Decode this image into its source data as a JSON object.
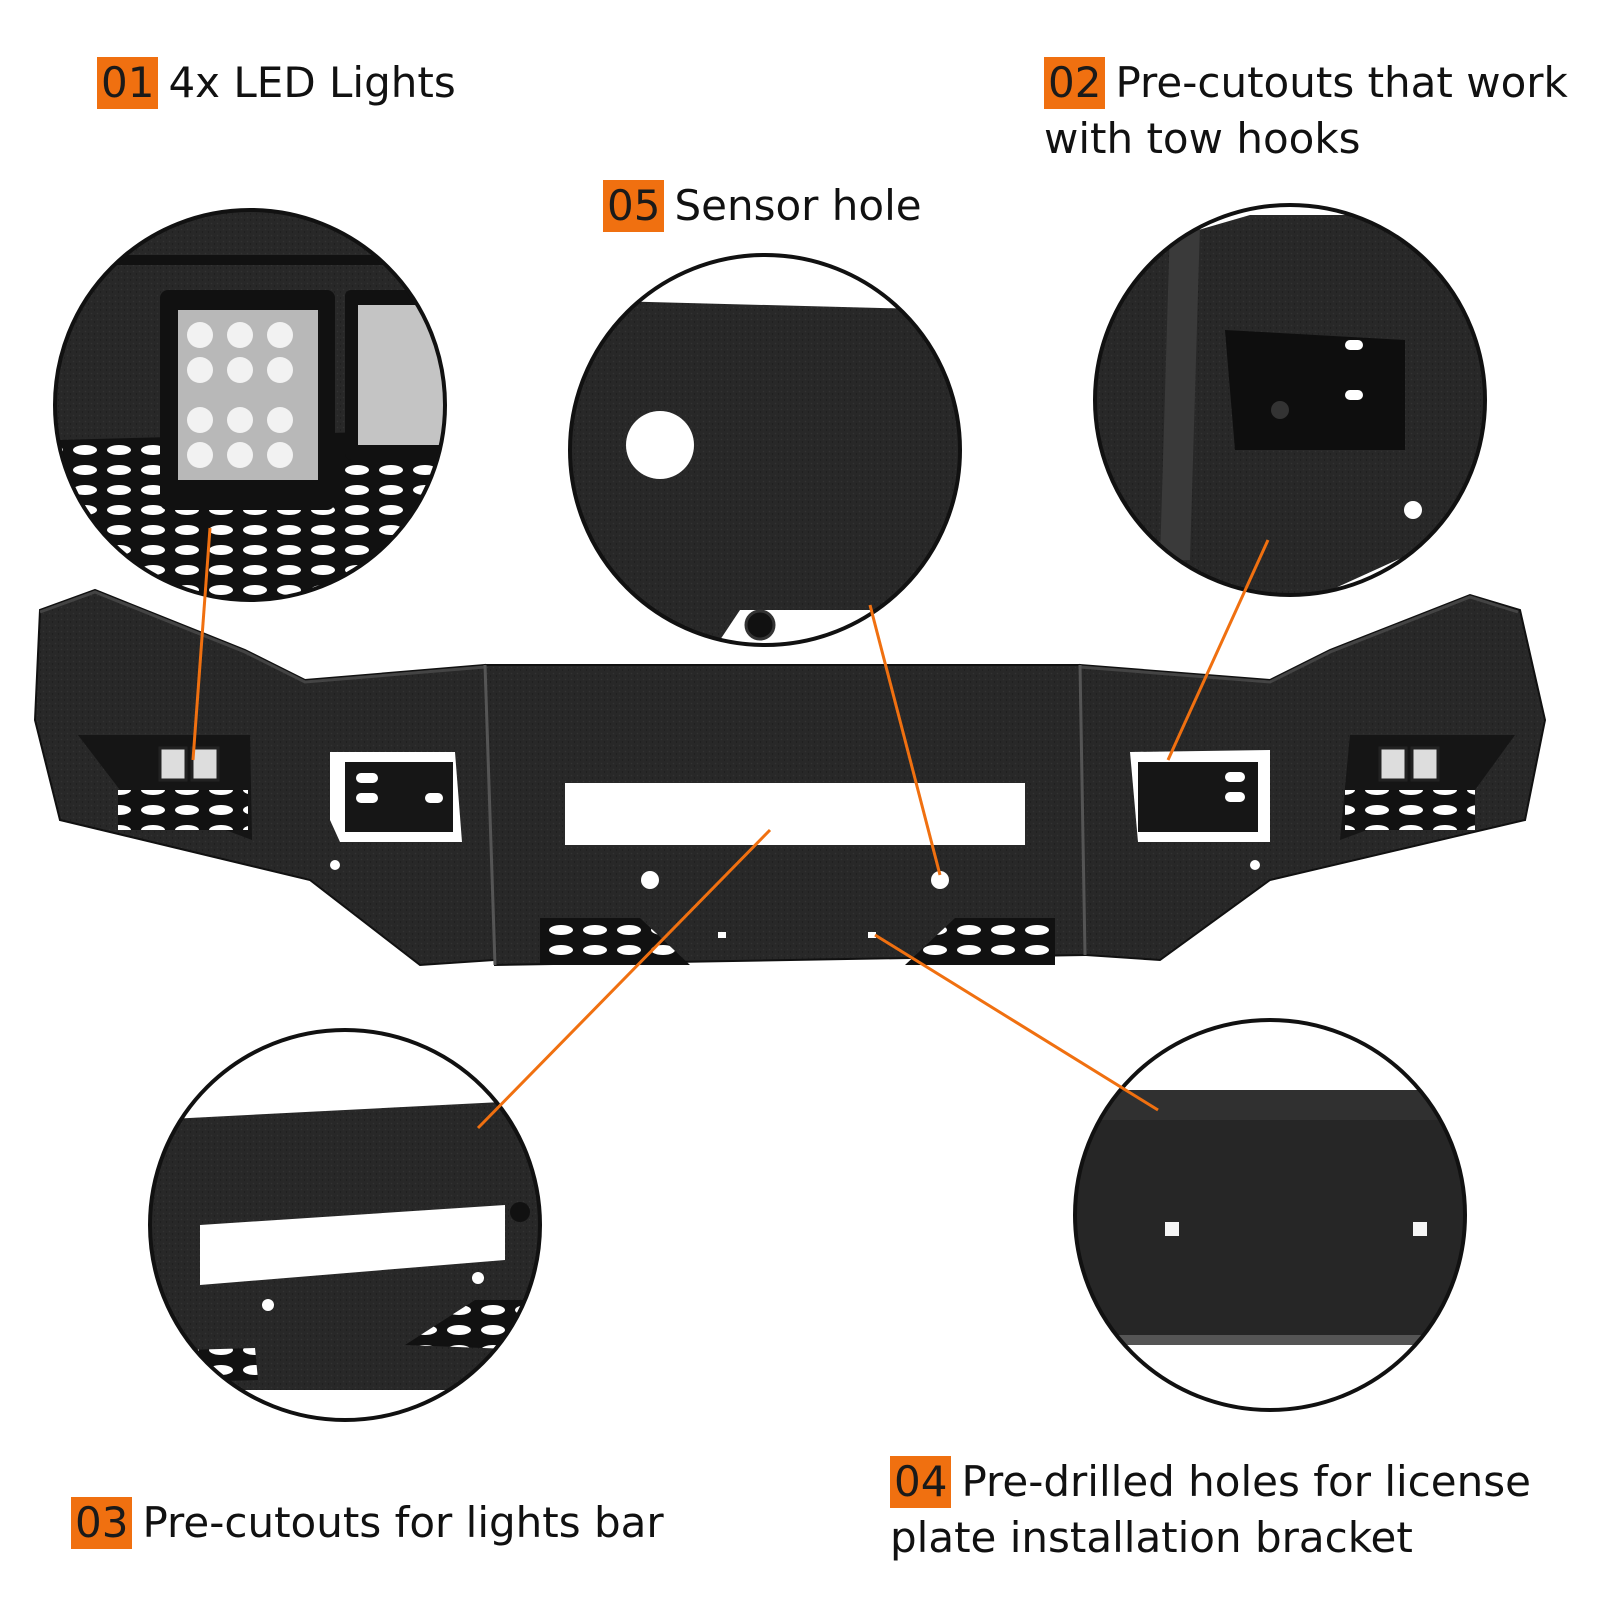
{
  "colors": {
    "accent": "#f07010",
    "bumper": "#262626",
    "bumper_edge": "#111111",
    "background": "#ffffff"
  },
  "features": [
    {
      "number": "01",
      "text": "4x LED Lights"
    },
    {
      "number": "02",
      "text": "Pre-cutouts that work",
      "text2": "with tow hooks"
    },
    {
      "number": "03",
      "text": "Pre-cutouts for lights bar"
    },
    {
      "number": "04",
      "text": "Pre-drilled holes for license",
      "text2": "plate installation bracket"
    },
    {
      "number": "05",
      "text": "Sensor hole"
    }
  ]
}
